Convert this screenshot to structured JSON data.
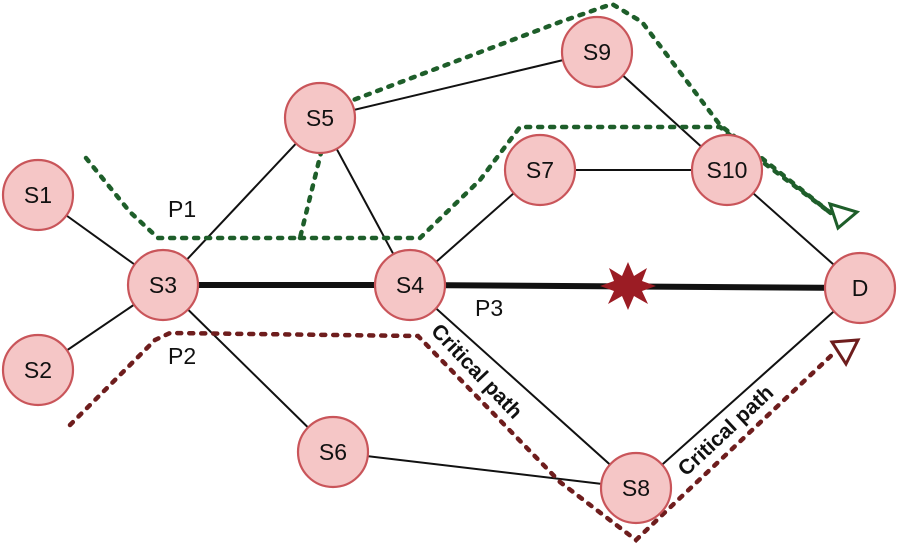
{
  "nodes": [
    {
      "id": "S1",
      "label": "S1"
    },
    {
      "id": "S2",
      "label": "S2"
    },
    {
      "id": "S3",
      "label": "S3"
    },
    {
      "id": "S4",
      "label": "S4"
    },
    {
      "id": "S5",
      "label": "S5"
    },
    {
      "id": "S6",
      "label": "S6"
    },
    {
      "id": "S7",
      "label": "S7"
    },
    {
      "id": "S8",
      "label": "S8"
    },
    {
      "id": "S9",
      "label": "S9"
    },
    {
      "id": "S10",
      "label": "S10"
    },
    {
      "id": "D",
      "label": "D"
    }
  ],
  "edges": [
    {
      "from": "S1",
      "to": "S3"
    },
    {
      "from": "S2",
      "to": "S3"
    },
    {
      "from": "S3",
      "to": "S5"
    },
    {
      "from": "S3",
      "to": "S4",
      "style": "bold"
    },
    {
      "from": "S3",
      "to": "S6"
    },
    {
      "from": "S5",
      "to": "S4"
    },
    {
      "from": "S5",
      "to": "S9"
    },
    {
      "from": "S9",
      "to": "S10"
    },
    {
      "from": "S4",
      "to": "S7"
    },
    {
      "from": "S7",
      "to": "S10"
    },
    {
      "from": "S10",
      "to": "D"
    },
    {
      "from": "S4",
      "to": "D",
      "style": "bold",
      "failure": true
    },
    {
      "from": "S4",
      "to": "S8"
    },
    {
      "from": "S6",
      "to": "S8"
    },
    {
      "from": "S8",
      "to": "D"
    }
  ],
  "labels": {
    "p1": "P1",
    "p2": "P2",
    "p3": "P3",
    "critical_path_1": "Critical path",
    "critical_path_2": "Critical path"
  },
  "colors": {
    "node_fill": "#f5c6c6",
    "node_stroke": "#c9555a",
    "green_route": "#1e5e2a",
    "red_route": "#6e1d1d",
    "failure_mark": "#9b1c24"
  },
  "icons": {
    "failure": "starburst-failure-icon",
    "arrow": "open-triangle-arrow-icon"
  }
}
